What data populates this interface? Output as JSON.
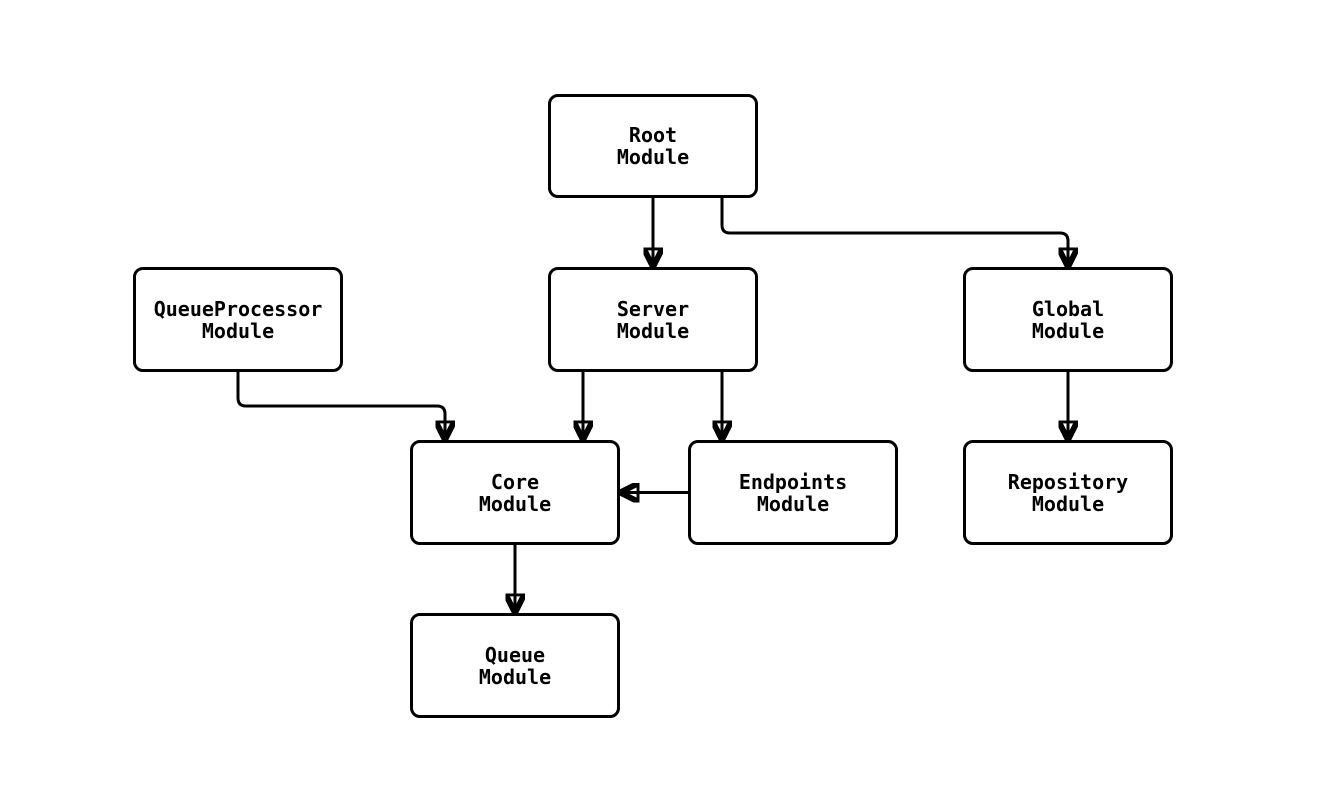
{
  "diagram": {
    "type": "module-dependency-graph",
    "colors": {
      "background": "#ffffff",
      "node_fill": "#ffffff",
      "stroke": "#000000",
      "text": "#000000"
    },
    "nodes": {
      "root": {
        "label": "Root\nModule"
      },
      "qproc": {
        "label": "QueueProcessor\nModule"
      },
      "server": {
        "label": "Server\nModule"
      },
      "global": {
        "label": "Global\nModule"
      },
      "core": {
        "label": "Core\nModule"
      },
      "endpoints": {
        "label": "Endpoints\nModule"
      },
      "repository": {
        "label": "Repository\nModule"
      },
      "queue": {
        "label": "Queue\nModule"
      }
    },
    "edges": [
      {
        "from": "Root Module",
        "to": "Server Module"
      },
      {
        "from": "Root Module",
        "to": "Global Module"
      },
      {
        "from": "QueueProcessor Module",
        "to": "Core Module"
      },
      {
        "from": "Server Module",
        "to": "Core Module"
      },
      {
        "from": "Server Module",
        "to": "Endpoints Module"
      },
      {
        "from": "Endpoints Module",
        "to": "Core Module"
      },
      {
        "from": "Global Module",
        "to": "Repository Module"
      },
      {
        "from": "Core Module",
        "to": "Queue Module"
      }
    ]
  }
}
